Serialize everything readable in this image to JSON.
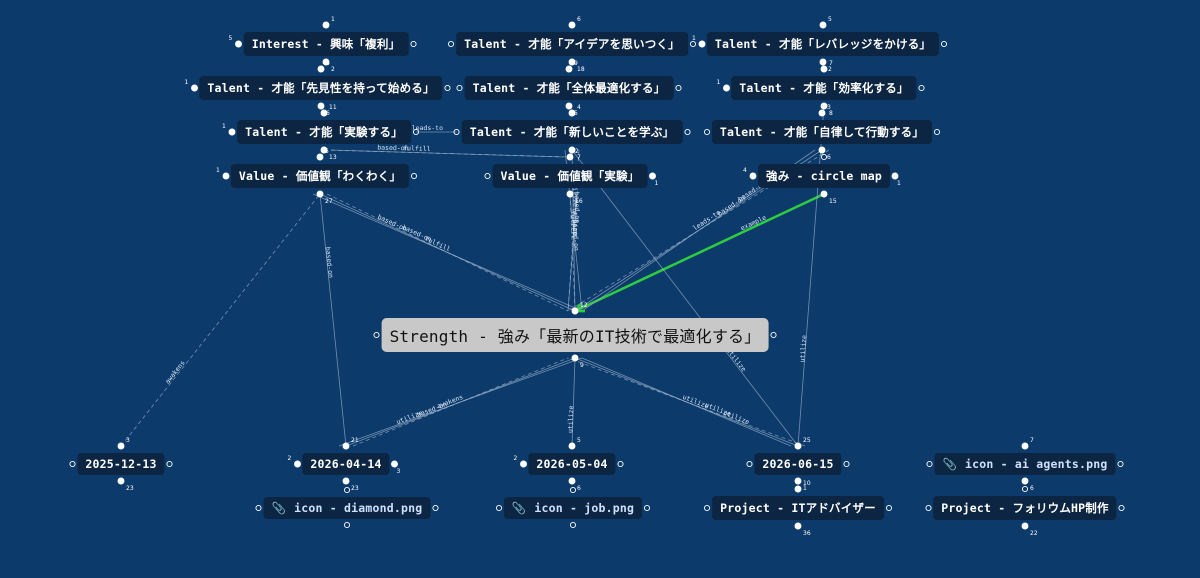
{
  "nodes": [
    {
      "id": "interest",
      "label": "Interest - 興味「複利」",
      "kind": "topic",
      "counts": {
        "top": "1",
        "left": "5",
        "bottom": "2"
      }
    },
    {
      "id": "t_idea",
      "label": "Talent - 才能「アイデアを思いつく」",
      "kind": "topic",
      "counts": {
        "top": "6",
        "bottom": "18"
      }
    },
    {
      "id": "t_lev",
      "label": "Talent - 才能「レバレッジをかける」",
      "kind": "topic",
      "counts": {
        "top": "5",
        "left": "1",
        "bottom": "2"
      }
    },
    {
      "id": "t_mie",
      "label": "Talent - 才能「先見性を持って始める」",
      "kind": "topic",
      "counts": {
        "top": "5",
        "left": "1",
        "bottom": "6"
      }
    },
    {
      "id": "t_zen",
      "label": "Talent - 才能「全体最適化する」",
      "kind": "topic",
      "counts": {
        "top": "9",
        "bottom": "5"
      }
    },
    {
      "id": "t_kou",
      "label": "Talent - 才能「効率化する」",
      "kind": "topic",
      "counts": {
        "top": "7",
        "left": "1",
        "bottom": "8"
      }
    },
    {
      "id": "t_jik",
      "label": "Talent - 才能「実験する」",
      "kind": "topic",
      "counts": {
        "top": "11",
        "left": "1",
        "bottom": "13"
      }
    },
    {
      "id": "t_atr",
      "label": "Talent - 才能「新しいことを学ぶ」",
      "kind": "topic",
      "counts": {
        "top": "4",
        "bottom": "7"
      }
    },
    {
      "id": "t_jir",
      "label": "Talent - 才能「自律して行動する」",
      "kind": "topic",
      "counts": {
        "top": "3",
        "bottom": "6"
      }
    },
    {
      "id": "v_waku",
      "label": "Value - 価値観「わくわく」",
      "kind": "topic",
      "counts": {
        "top": "5",
        "left": "1",
        "bottom": "27"
      }
    },
    {
      "id": "v_jik",
      "label": "Value - 価値観「実験」",
      "kind": "topic",
      "counts": {
        "top": "2",
        "right": "1",
        "bottom": "16"
      }
    },
    {
      "id": "circle",
      "label": "強み - circle map",
      "kind": "topic",
      "counts": {
        "left": "4",
        "right": "1",
        "bottom": "15"
      }
    },
    {
      "id": "strength",
      "label": "Strength - 強み「最新のIT技術で最適化する」",
      "kind": "center",
      "counts": {
        "top": "12",
        "bottom": "9"
      }
    },
    {
      "id": "d1",
      "label": "2025-12-13",
      "kind": "date",
      "counts": {
        "top": "3",
        "bottom": "23"
      }
    },
    {
      "id": "d2",
      "label": "2026-04-14",
      "kind": "date",
      "counts": {
        "top": "21",
        "left": "2",
        "right": "3",
        "bottom": "23"
      }
    },
    {
      "id": "d3",
      "label": "2026-05-04",
      "kind": "date",
      "counts": {
        "top": "5",
        "left": "2",
        "bottom": "6"
      }
    },
    {
      "id": "d4",
      "label": "2026-06-15",
      "kind": "date",
      "counts": {
        "top": "25",
        "bottom": "1"
      }
    },
    {
      "id": "ai",
      "label": "icon - ai agents.png",
      "kind": "file",
      "counts": {
        "top": "7",
        "bottom": "6"
      }
    },
    {
      "id": "dia",
      "label": "icon - diamond.png",
      "kind": "file",
      "counts": {}
    },
    {
      "id": "job",
      "label": "icon - job.png",
      "kind": "file",
      "counts": {}
    },
    {
      "id": "p_it",
      "label": "Project - ITアドバイザー",
      "kind": "project",
      "counts": {
        "top": "10",
        "bottom": "36"
      }
    },
    {
      "id": "p_hp",
      "label": "Project - フォリウムHP制作",
      "kind": "project",
      "counts": {
        "bottom": "22"
      }
    }
  ],
  "edges": [
    {
      "from": "circle",
      "to": "strength",
      "label": "example",
      "highlight": true
    },
    {
      "from": "t_jik",
      "to": "t_atr",
      "label": "leads-to"
    },
    {
      "from": "t_jik",
      "to": "v_jik",
      "label": "based-on"
    },
    {
      "from": "t_jik",
      "to": "v_jik",
      "label": "fulfill"
    },
    {
      "from": "v_waku",
      "to": "strength",
      "label": "based-on"
    },
    {
      "from": "v_waku",
      "to": "strength",
      "label": "based-on"
    },
    {
      "from": "v_waku",
      "to": "strength",
      "label": "fulfill"
    },
    {
      "from": "v_waku",
      "to": "d2",
      "label": "based-on"
    },
    {
      "from": "v_jik",
      "to": "strength",
      "label": "fulfill"
    },
    {
      "from": "v_jik",
      "to": "strength",
      "label": "based-on"
    },
    {
      "from": "t_jir",
      "to": "strength",
      "label": "based-on"
    },
    {
      "from": "t_jir",
      "to": "strength",
      "label": "based-on"
    },
    {
      "from": "t_jir",
      "to": "strength",
      "label": "leads-to"
    },
    {
      "from": "t_atr",
      "to": "strength",
      "label": "utilize"
    },
    {
      "from": "t_atr",
      "to": "strength",
      "label": "based-on"
    },
    {
      "from": "t_atr",
      "to": "strength",
      "label": "utilize"
    },
    {
      "from": "d2",
      "to": "strength",
      "label": "utilize"
    },
    {
      "from": "d2",
      "to": "strength",
      "label": "based-on"
    },
    {
      "from": "d3",
      "to": "strength",
      "label": "utilize"
    },
    {
      "from": "d4",
      "to": "strength",
      "label": "utilize"
    },
    {
      "from": "d4",
      "to": "strength",
      "label": "utilize"
    },
    {
      "from": "d4",
      "to": "strength",
      "label": "utilize"
    },
    {
      "from": "d4",
      "to": "t_kou",
      "label": "utilize"
    },
    {
      "from": "d1",
      "to": "v_waku",
      "label": "awakens"
    },
    {
      "from": "d2",
      "to": "strength",
      "label": "awakens"
    },
    {
      "from": "d4",
      "to": "t_atr",
      "label": "utilize"
    }
  ]
}
